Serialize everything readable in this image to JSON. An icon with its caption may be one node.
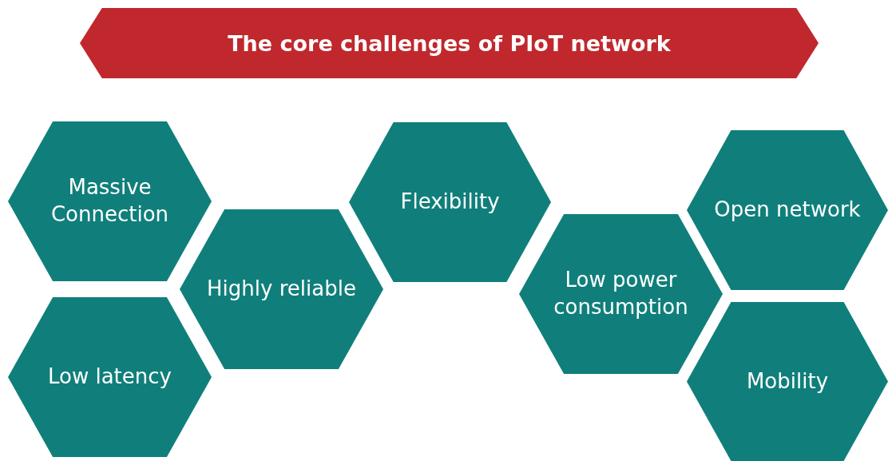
{
  "diagram": {
    "title": "The core challenges of PIoT network",
    "nodes": [
      {
        "text": [
          "Massive Connection"
        ]
      },
      {
        "text": [
          "Highly reliable"
        ]
      },
      {
        "text": [
          "Low latency"
        ]
      },
      {
        "text": [
          "Flexibility"
        ]
      },
      {
        "text": [
          "Low power consumption"
        ]
      },
      {
        "text": [
          "Open network"
        ]
      },
      {
        "text": [
          "Mobility"
        ]
      }
    ]
  }
}
